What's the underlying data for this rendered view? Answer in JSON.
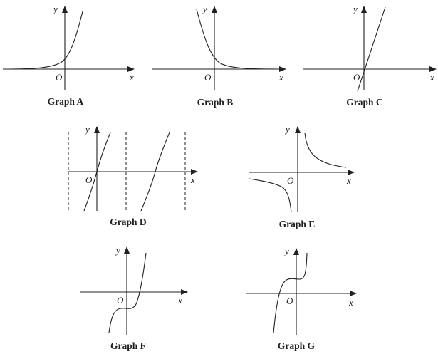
{
  "labels": {
    "x": "x",
    "y": "y",
    "origin": "O"
  },
  "graphs": [
    {
      "id": "a",
      "caption": "Graph A"
    },
    {
      "id": "b",
      "caption": "Graph B"
    },
    {
      "id": "c",
      "caption": "Graph C"
    },
    {
      "id": "d",
      "caption": "Graph D"
    },
    {
      "id": "e",
      "caption": "Graph E"
    },
    {
      "id": "f",
      "caption": "Graph F"
    },
    {
      "id": "g",
      "caption": "Graph G"
    }
  ]
}
